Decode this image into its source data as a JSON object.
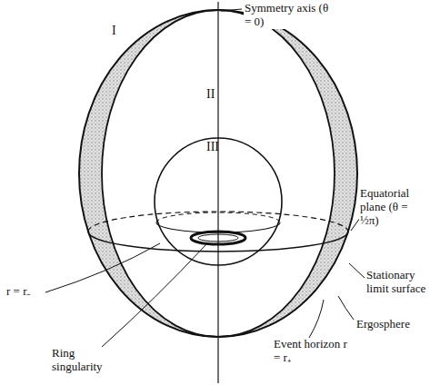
{
  "diagram": {
    "labels": [
      "Symmetry axis (θ = 0)",
      "I",
      "II",
      "III",
      "Equatorial plane (θ = ½π)",
      "Stationary limit surface",
      "Ergosphere",
      "r = r₋",
      "Event horizon r = r₊",
      "Ring singularity"
    ]
  }
}
